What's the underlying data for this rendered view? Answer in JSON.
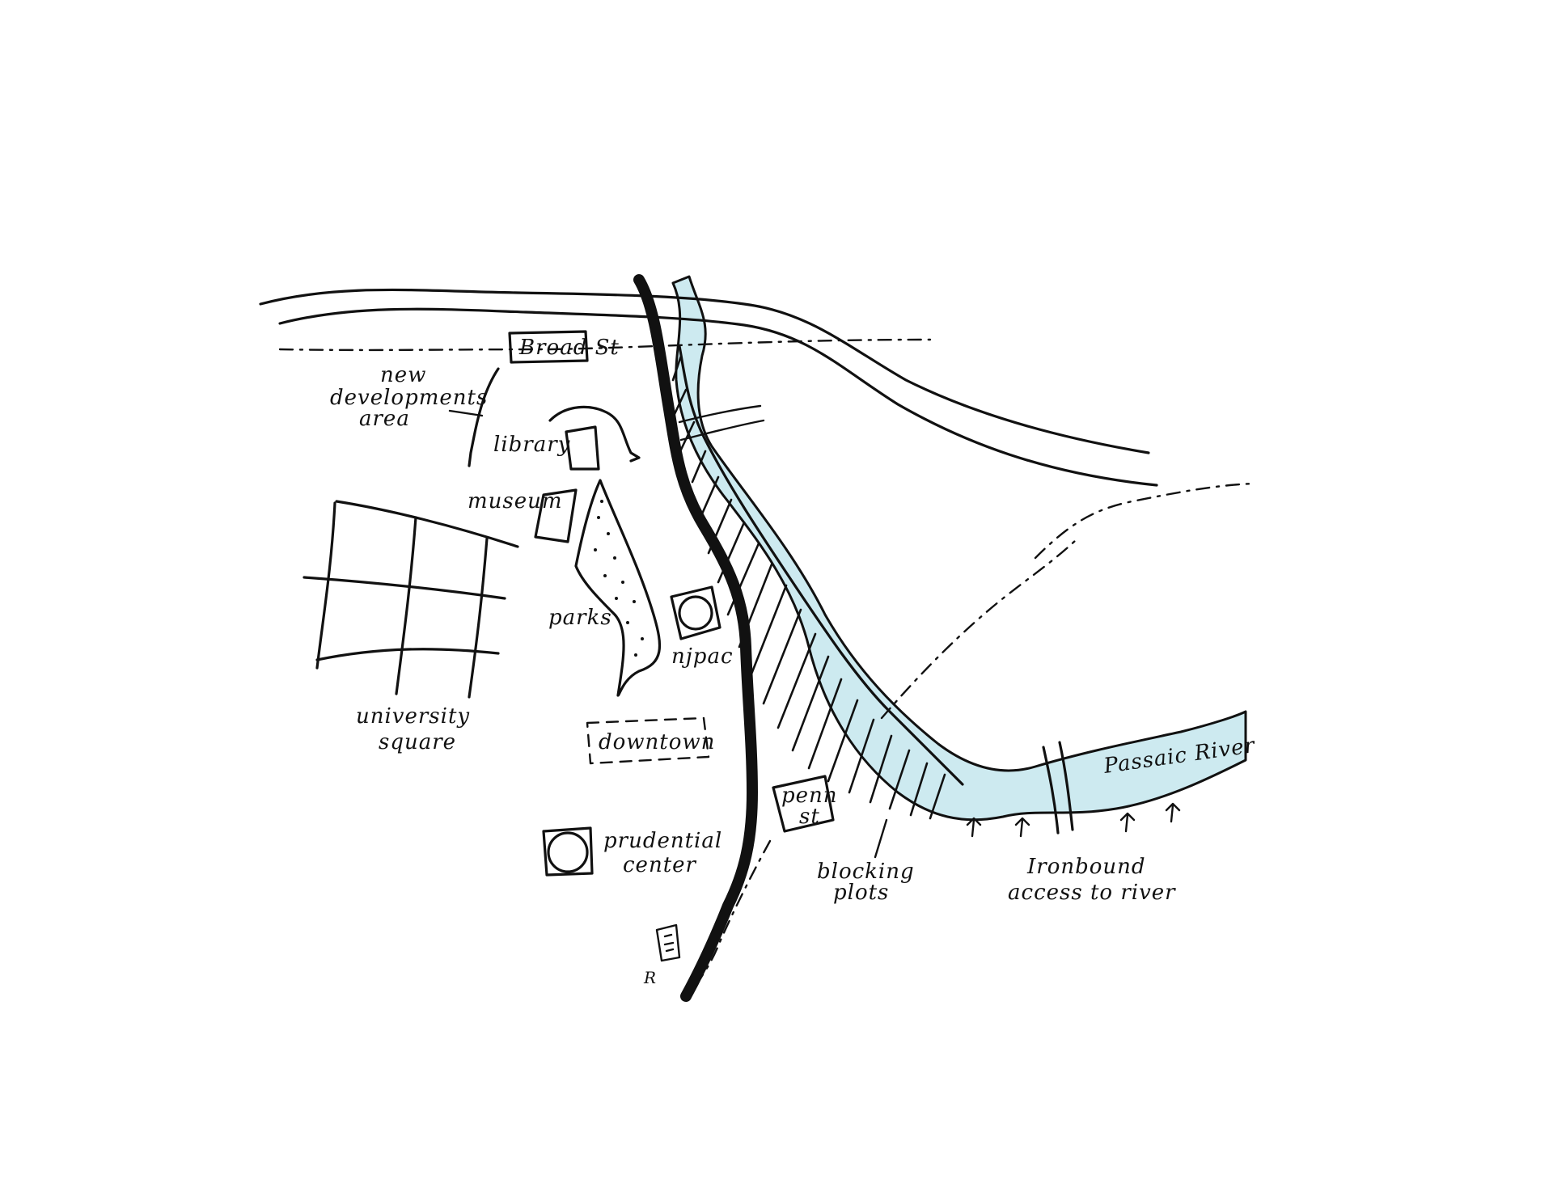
{
  "map": {
    "colors": {
      "river": "#cdeaf0",
      "ink": "#111111",
      "background": "#ffffff"
    },
    "labels": {
      "broad_st": "Broad St",
      "new_developments_line1": "new",
      "new_developments_line2": "developments",
      "new_developments_line3": "area",
      "library": "library",
      "museum": "museum",
      "parks": "parks",
      "njpac": "njpac",
      "university_line1": "university",
      "university_line2": "square",
      "downtown": "downtown",
      "penn_st_line1": "penn",
      "penn_st_line2": "st",
      "prudential_line1": "prudential",
      "prudential_line2": "center",
      "blocking_line1": "blocking",
      "blocking_line2": "plots",
      "ironbound_line1": "Ironbound",
      "ironbound_line2": "access to river",
      "passaic_river": "Passaic River",
      "rail_marker": "R"
    }
  }
}
